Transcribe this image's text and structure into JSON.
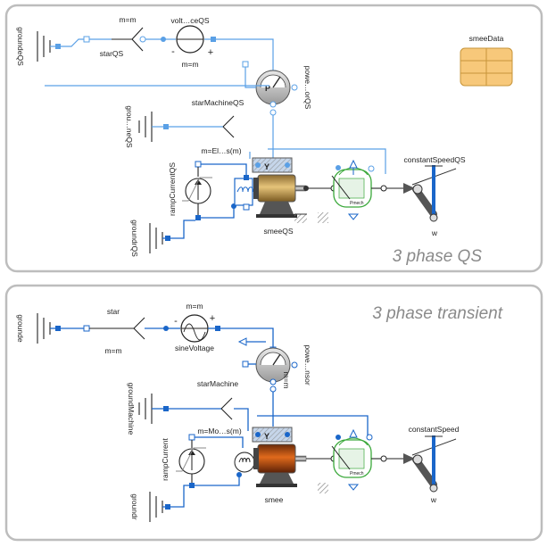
{
  "panels": {
    "qs": {
      "title": "3 phase QS",
      "labels": {
        "ground": "groundeQS",
        "star": "starQS",
        "mm": "m=m",
        "source": "volt…ceQS",
        "source_m": "m=m",
        "power": "powe…orQS",
        "star_machine": "starMachineQS",
        "ground_machine": "grou…neQS",
        "m_machine": "m=El…s(m)",
        "ramp": "rampCurrentQS",
        "ground_r": "groundrQS",
        "machine": "smeeQS",
        "speed": "constantSpeedQS",
        "w": "w",
        "minus": "-",
        "plus": "+"
      }
    },
    "tr": {
      "title": "3 phase transient",
      "labels": {
        "ground": "grounde",
        "star": "star",
        "mm": "m=m",
        "mm2": "m=m",
        "source": "sineVoltage",
        "power": "powe…nsor",
        "star_machine": "starMachine",
        "ground_machine": "groundMachine",
        "m_machine": "m=Mo…s(m)",
        "m_right": "m=m",
        "ramp": "rampCurrent",
        "ground_r": "groundr",
        "machine": "smee",
        "speed": "constantSpeed",
        "w": "w",
        "minus": "-",
        "plus": "+"
      }
    }
  },
  "record": {
    "label": "smeeData"
  },
  "colors": {
    "wire": "#1a66c9",
    "light_wire": "#5aa0e6",
    "machine_qs": "#c9a55a",
    "machine_tr": "#d9711c",
    "record": "#f7c87a",
    "panel_border": "#bdbdbd"
  }
}
